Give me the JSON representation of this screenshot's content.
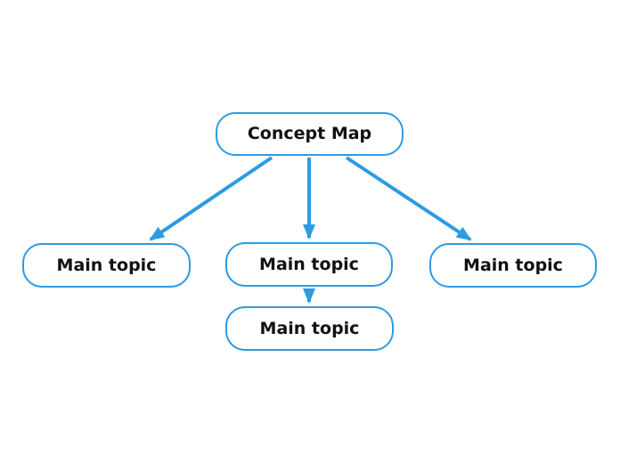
{
  "colors": {
    "accent": "#2D9BE2",
    "fill": "#ffffff",
    "text": "#111111",
    "canvas": "#ffffff"
  },
  "nodes": {
    "root": {
      "label": "Concept Map"
    },
    "left": {
      "label": "Main topic"
    },
    "center": {
      "label": "Main topic"
    },
    "right": {
      "label": "Main topic"
    },
    "bottom": {
      "label": "Main topic"
    }
  },
  "edges": [
    {
      "from": "root",
      "to": "left"
    },
    {
      "from": "root",
      "to": "center"
    },
    {
      "from": "root",
      "to": "right"
    },
    {
      "from": "center",
      "to": "bottom"
    }
  ]
}
